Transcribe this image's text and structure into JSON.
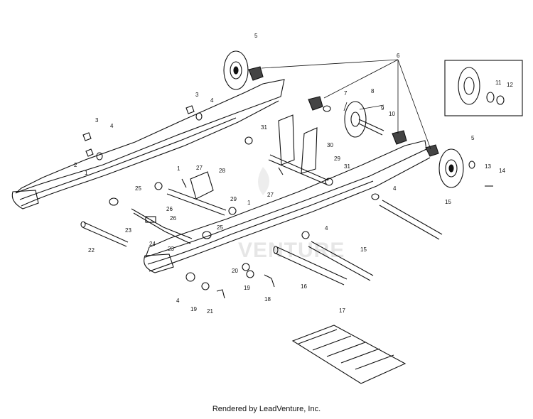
{
  "diagram": {
    "footer": "Rendered by LeadVenture, Inc.",
    "watermark": "VENTURE",
    "callouts": [
      "1",
      "2",
      "3",
      "4",
      "5",
      "6",
      "7",
      "8",
      "9",
      "10",
      "11",
      "12",
      "13",
      "14",
      "15",
      "16",
      "17",
      "18",
      "19",
      "20",
      "21",
      "22",
      "23",
      "24",
      "25",
      "26",
      "27",
      "28",
      "29",
      "30",
      "31"
    ]
  }
}
